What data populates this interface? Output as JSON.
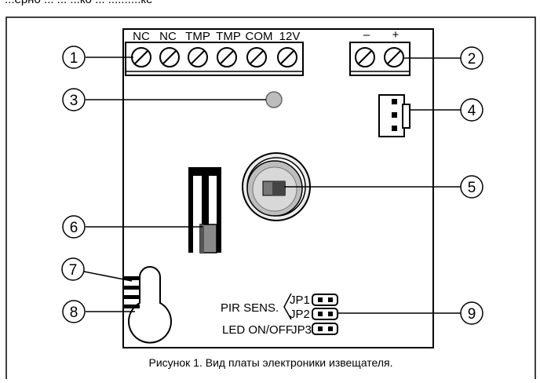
{
  "header_fragment": "...ерно ... ... ...ко ... ..........ке",
  "terminals_main": [
    "NC",
    "NC",
    "TMP",
    "TMP",
    "COM",
    "12V"
  ],
  "terminals_power": [
    "–",
    "+"
  ],
  "callouts": [
    "1",
    "2",
    "3",
    "4",
    "5",
    "6",
    "7",
    "8",
    "9"
  ],
  "jumpers": {
    "group_label": "PIR SENS.",
    "jp1": "JP1",
    "jp2": "JP2",
    "led_label": "LED ON/OFF",
    "jp3": "JP3"
  },
  "caption": "Рисунок 1. Вид платы электроники извещателя.",
  "colors": {
    "line": "#000000",
    "fill_light": "#e6e6e6",
    "fill_mid": "#bdbdbd",
    "fill_dark": "#7a7a7a",
    "background": "#ffffff"
  }
}
